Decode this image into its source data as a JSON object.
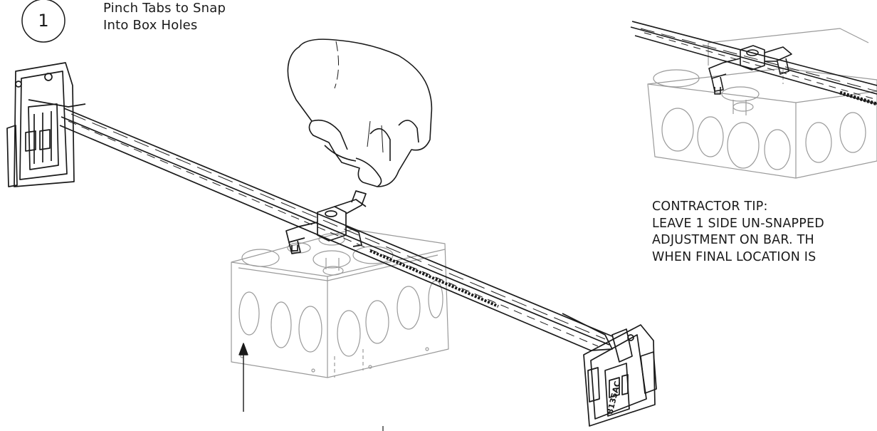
{
  "step": {
    "number": "1",
    "instruction_lines": [
      "Pinch Tabs to Snap",
      "Into Box Holes"
    ]
  },
  "tip": {
    "heading": "CONTRACTOR TIP:",
    "lines": [
      "LEAVE 1 SIDE UN-SNAPPED",
      "ADJUSTMENT ON BAR. TH",
      "WHEN FINAL LOCATION IS"
    ]
  },
  "part_label": "8135AC",
  "colors": {
    "line": "#1a1a1a",
    "faded": "#9a9a9a"
  }
}
